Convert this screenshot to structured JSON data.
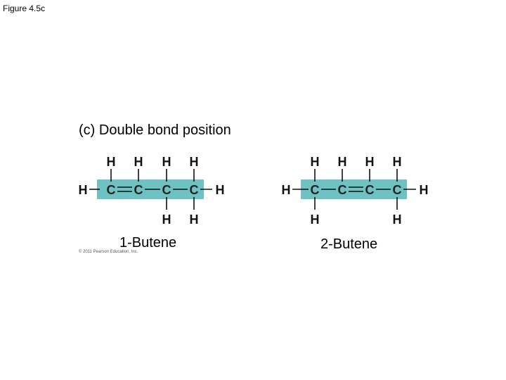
{
  "figure_label": "Figure 4.5c",
  "panel_title": "(c) Double bond position",
  "backbone_color": "#6fc2c4",
  "copyright": "© 2011 Pearson Education, Inc.",
  "molecules": [
    {
      "name": "1-Butene",
      "carbon_symbol": "C",
      "hydrogen_symbol": "H",
      "double_bond_after_carbon": 1
    },
    {
      "name": "2-Butene",
      "carbon_symbol": "C",
      "hydrogen_symbol": "H",
      "double_bond_after_carbon": 2
    }
  ]
}
